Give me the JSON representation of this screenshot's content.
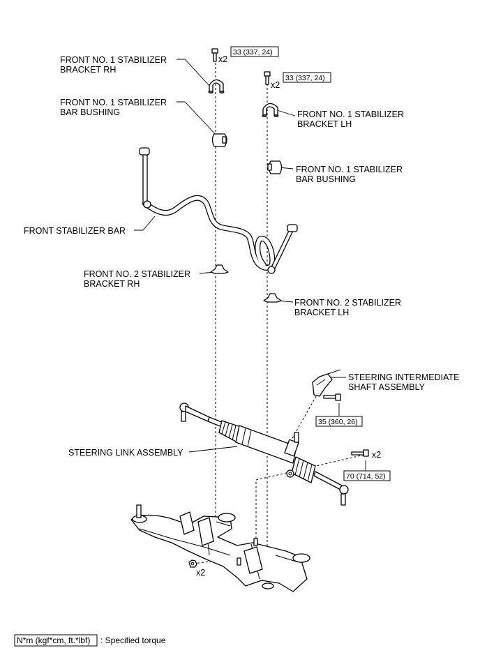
{
  "labels": {
    "bracket_rh_1": [
      "FRONT NO. 1 STABILIZER",
      "BRACKET RH"
    ],
    "bushing_rh_1": [
      "FRONT NO. 1 STABILIZER",
      "BAR BUSHING"
    ],
    "bracket_lh_1": [
      "FRONT NO. 1 STABILIZER",
      "BRACKET LH"
    ],
    "bushing_lh_1": [
      "FRONT NO. 1 STABILIZER",
      "BAR BUSHING"
    ],
    "stabilizer_bar": [
      "FRONT STABILIZER BAR"
    ],
    "bracket_rh_2": [
      "FRONT NO. 2 STABILIZER",
      "BRACKET RH"
    ],
    "bracket_lh_2": [
      "FRONT NO. 2 STABILIZER",
      "BRACKET LH"
    ],
    "intermediate_shaft": [
      "STEERING INTERMEDIATE",
      "SHAFT ASSEMBLY"
    ],
    "steering_link": [
      "STEERING LINK ASSEMBLY"
    ]
  },
  "torques": {
    "bracket_rh_bolt": "33 (337, 24)",
    "bracket_lh_bolt": "33 (337, 24)",
    "shaft_bolt": "35 (360, 26)",
    "link_bolt": "70 (714, 52)"
  },
  "quantities": {
    "bracket_rh_bolt": "x2",
    "bracket_lh_bolt": "x2",
    "link_bolt": "x2",
    "nut": "x2"
  },
  "legend": {
    "unit": "N*m (kgf*cm, ft.*lbf)",
    "desc": ": Specified torque"
  },
  "icons": [
    "bolt-icon",
    "nut-icon",
    "bracket-icon",
    "bushing-icon"
  ]
}
